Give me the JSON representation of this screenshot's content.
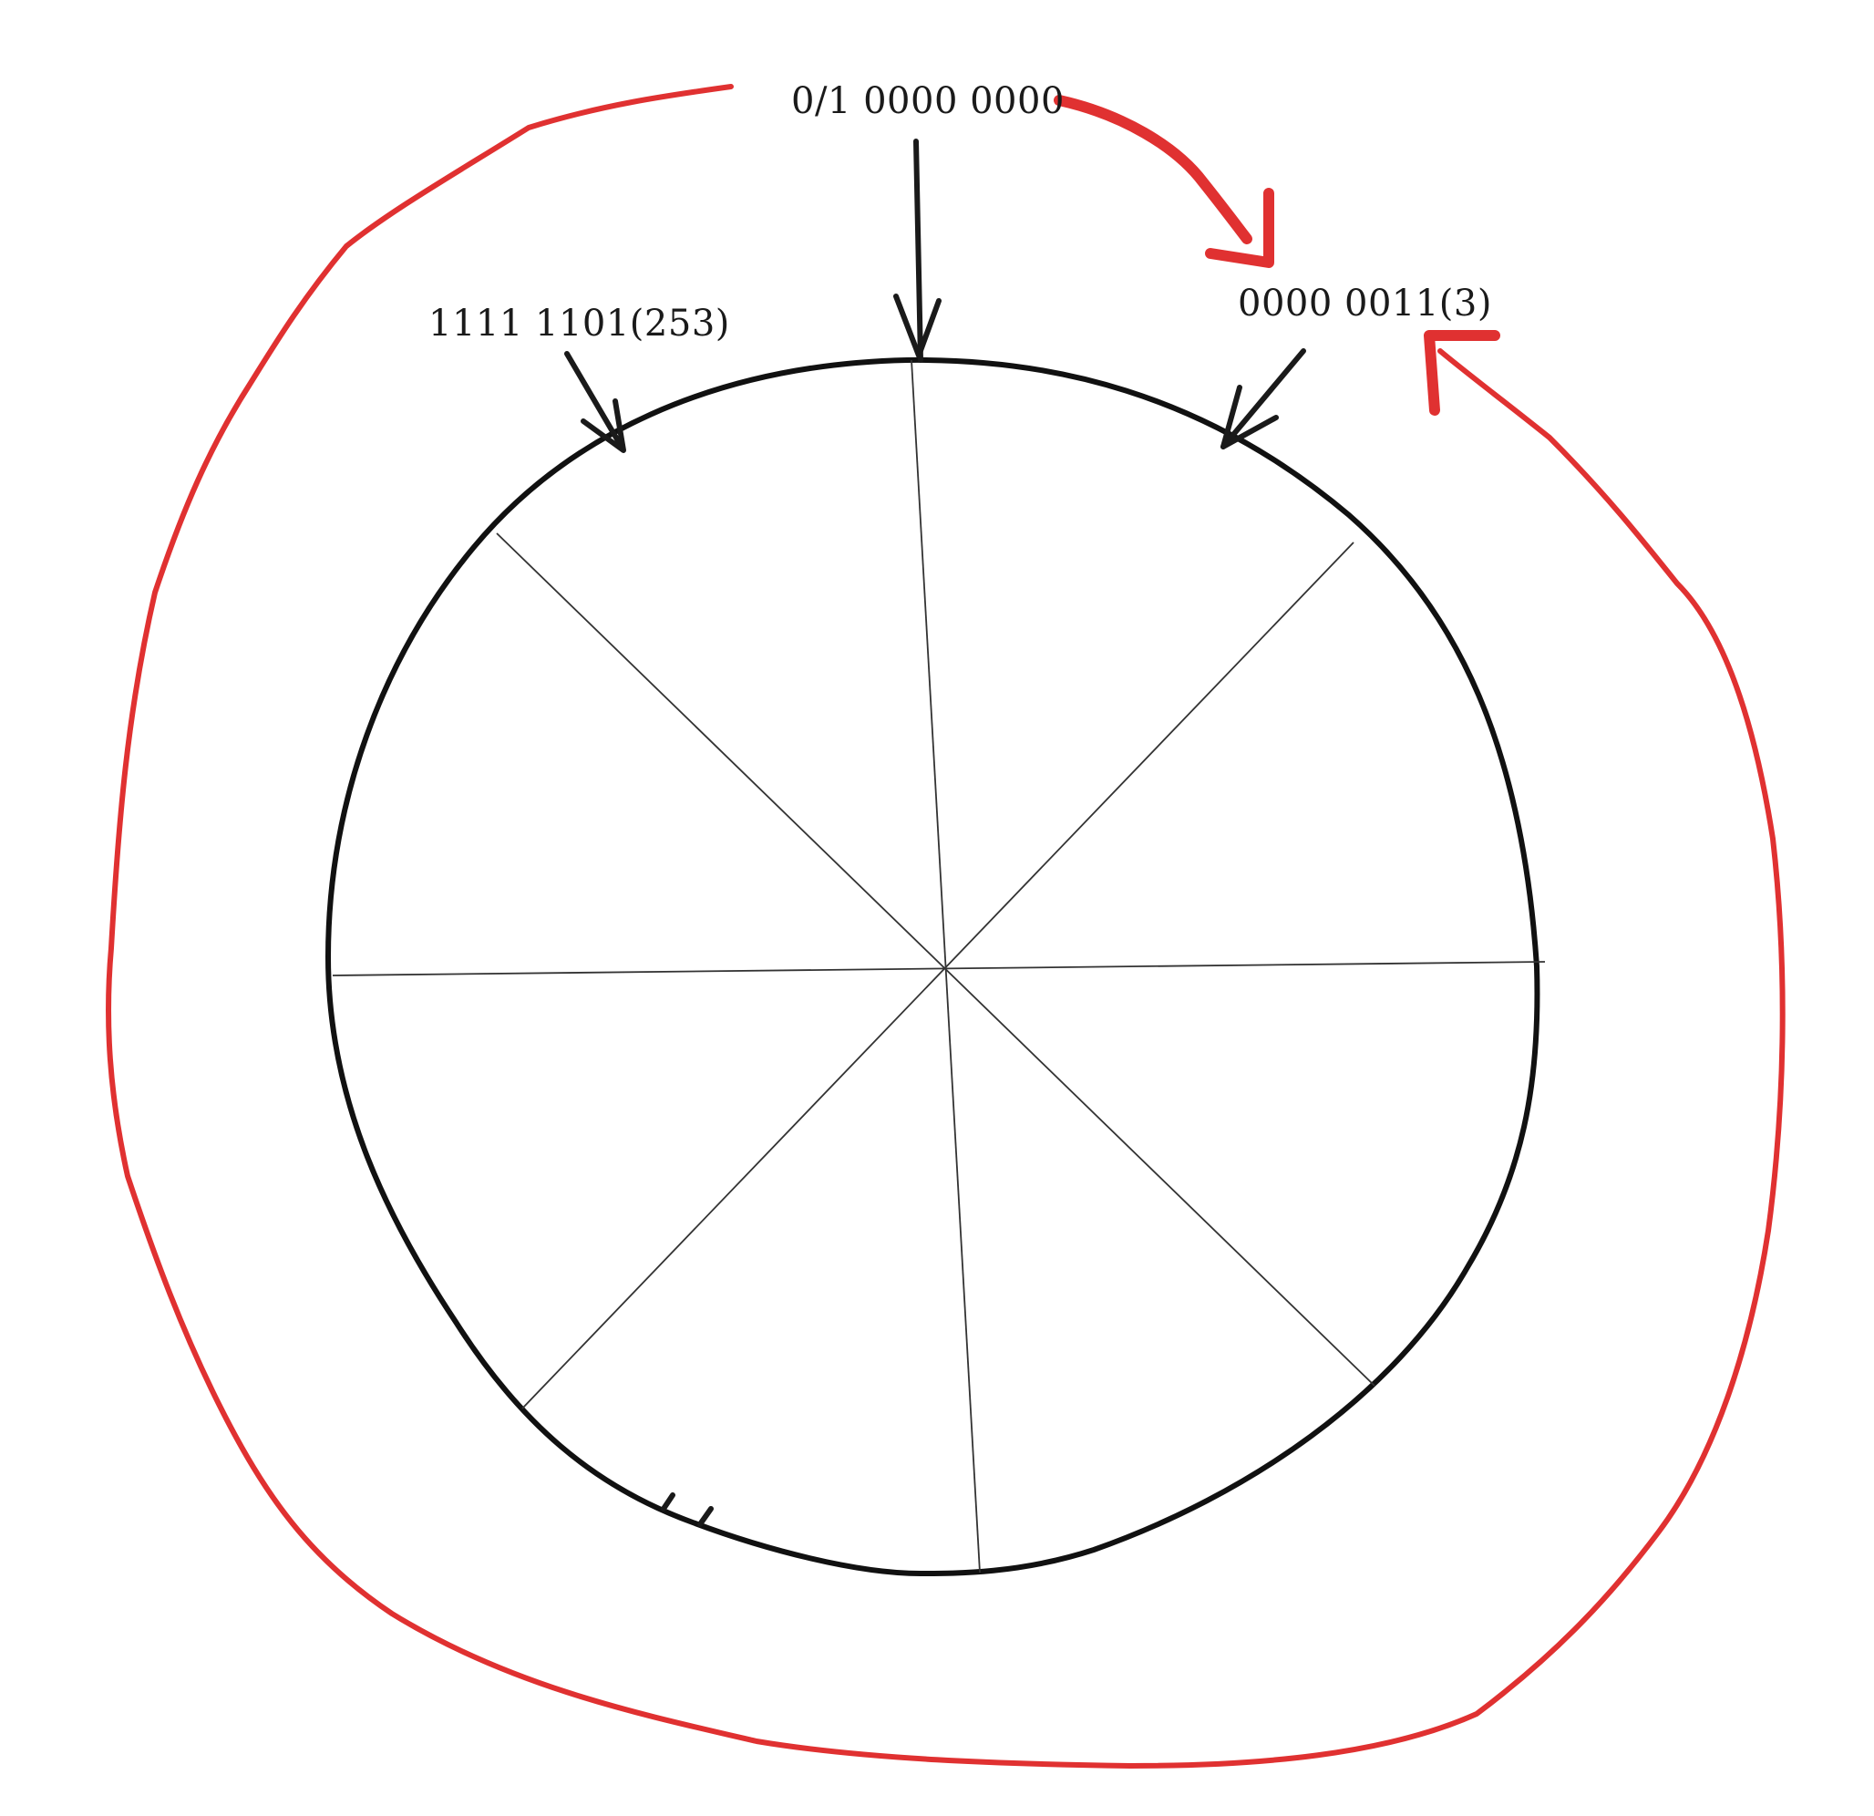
{
  "diagram": {
    "labels": {
      "top": "0/1 0000 0000",
      "left": "1111 1101(253)",
      "right": "0000 0011(3)"
    },
    "segments": 8,
    "colors": {
      "ink": "#111111",
      "wrap_arrow": "#e03131"
    }
  }
}
